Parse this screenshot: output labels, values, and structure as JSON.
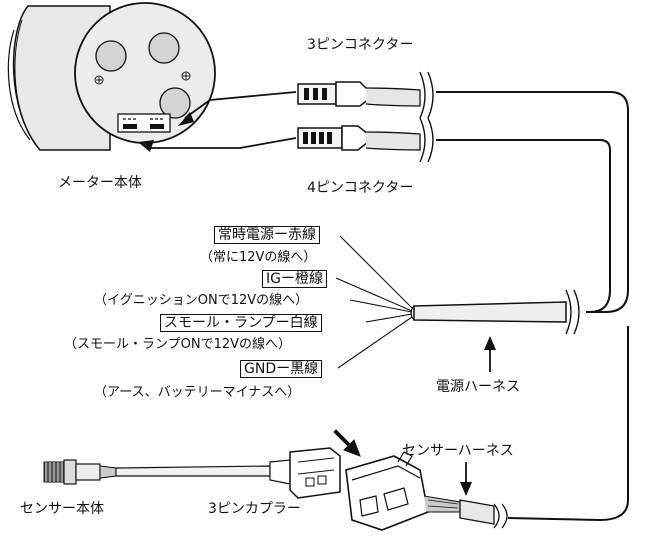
{
  "labels": {
    "connector_3pin": "3ピンコネクター",
    "connector_4pin": "4ピンコネクター",
    "meter_body": "メーター本体",
    "power_harness": "電源ハーネス",
    "sensor_harness": "センサーハーネス",
    "sensor_body": "センサー本体",
    "coupler_3pin": "3ピンカプラー"
  },
  "wires": [
    {
      "label": "常時電源ー赤線",
      "note": "（常に12Vの線へ）"
    },
    {
      "label": "IGー橙線",
      "note": "（イグニッションONで12Vの線へ）"
    },
    {
      "label": "スモール・ランプー白線",
      "note": "（スモール・ランプONで12Vの線へ）"
    },
    {
      "label": "GNDー黒線",
      "note": "（アース、バッテリーマイナスへ）"
    }
  ]
}
